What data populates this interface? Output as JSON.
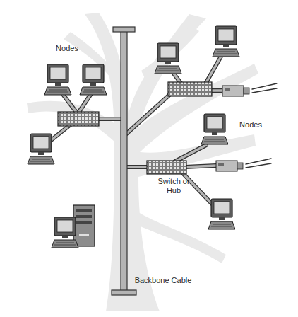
{
  "diagram": {
    "labels": [
      "Nodes",
      "Nodes",
      "Switch or Hub",
      "Backbone Cable"
    ]
  }
}
